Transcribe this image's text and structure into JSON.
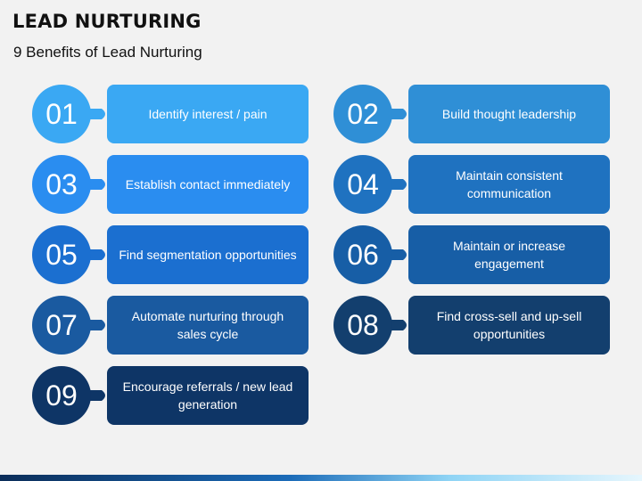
{
  "title": "LEAD NURTURING",
  "subtitle": "9 Benefits of Lead Nurturing",
  "benefits": [
    {
      "num": "01",
      "text": "Identify interest / pain",
      "color": "#3aa8f3"
    },
    {
      "num": "02",
      "text": "Build thought leadership",
      "color": "#2f8fd6"
    },
    {
      "num": "03",
      "text": "Establish contact immediately",
      "color": "#2a8df0"
    },
    {
      "num": "04",
      "text": "Maintain consistent communication",
      "color": "#1f72c0"
    },
    {
      "num": "05",
      "text": "Find segmentation opportunities",
      "color": "#1b6fd0"
    },
    {
      "num": "06",
      "text": "Maintain or increase engagement",
      "color": "#175ea6"
    },
    {
      "num": "07",
      "text": "Automate nurturing through sales cycle",
      "color": "#1a5aa0"
    },
    {
      "num": "08",
      "text": "Find cross-sell and up-sell opportunities",
      "color": "#133f6e"
    },
    {
      "num": "09",
      "text": "Encourage referrals / new lead generation",
      "color": "#0e3566"
    }
  ]
}
